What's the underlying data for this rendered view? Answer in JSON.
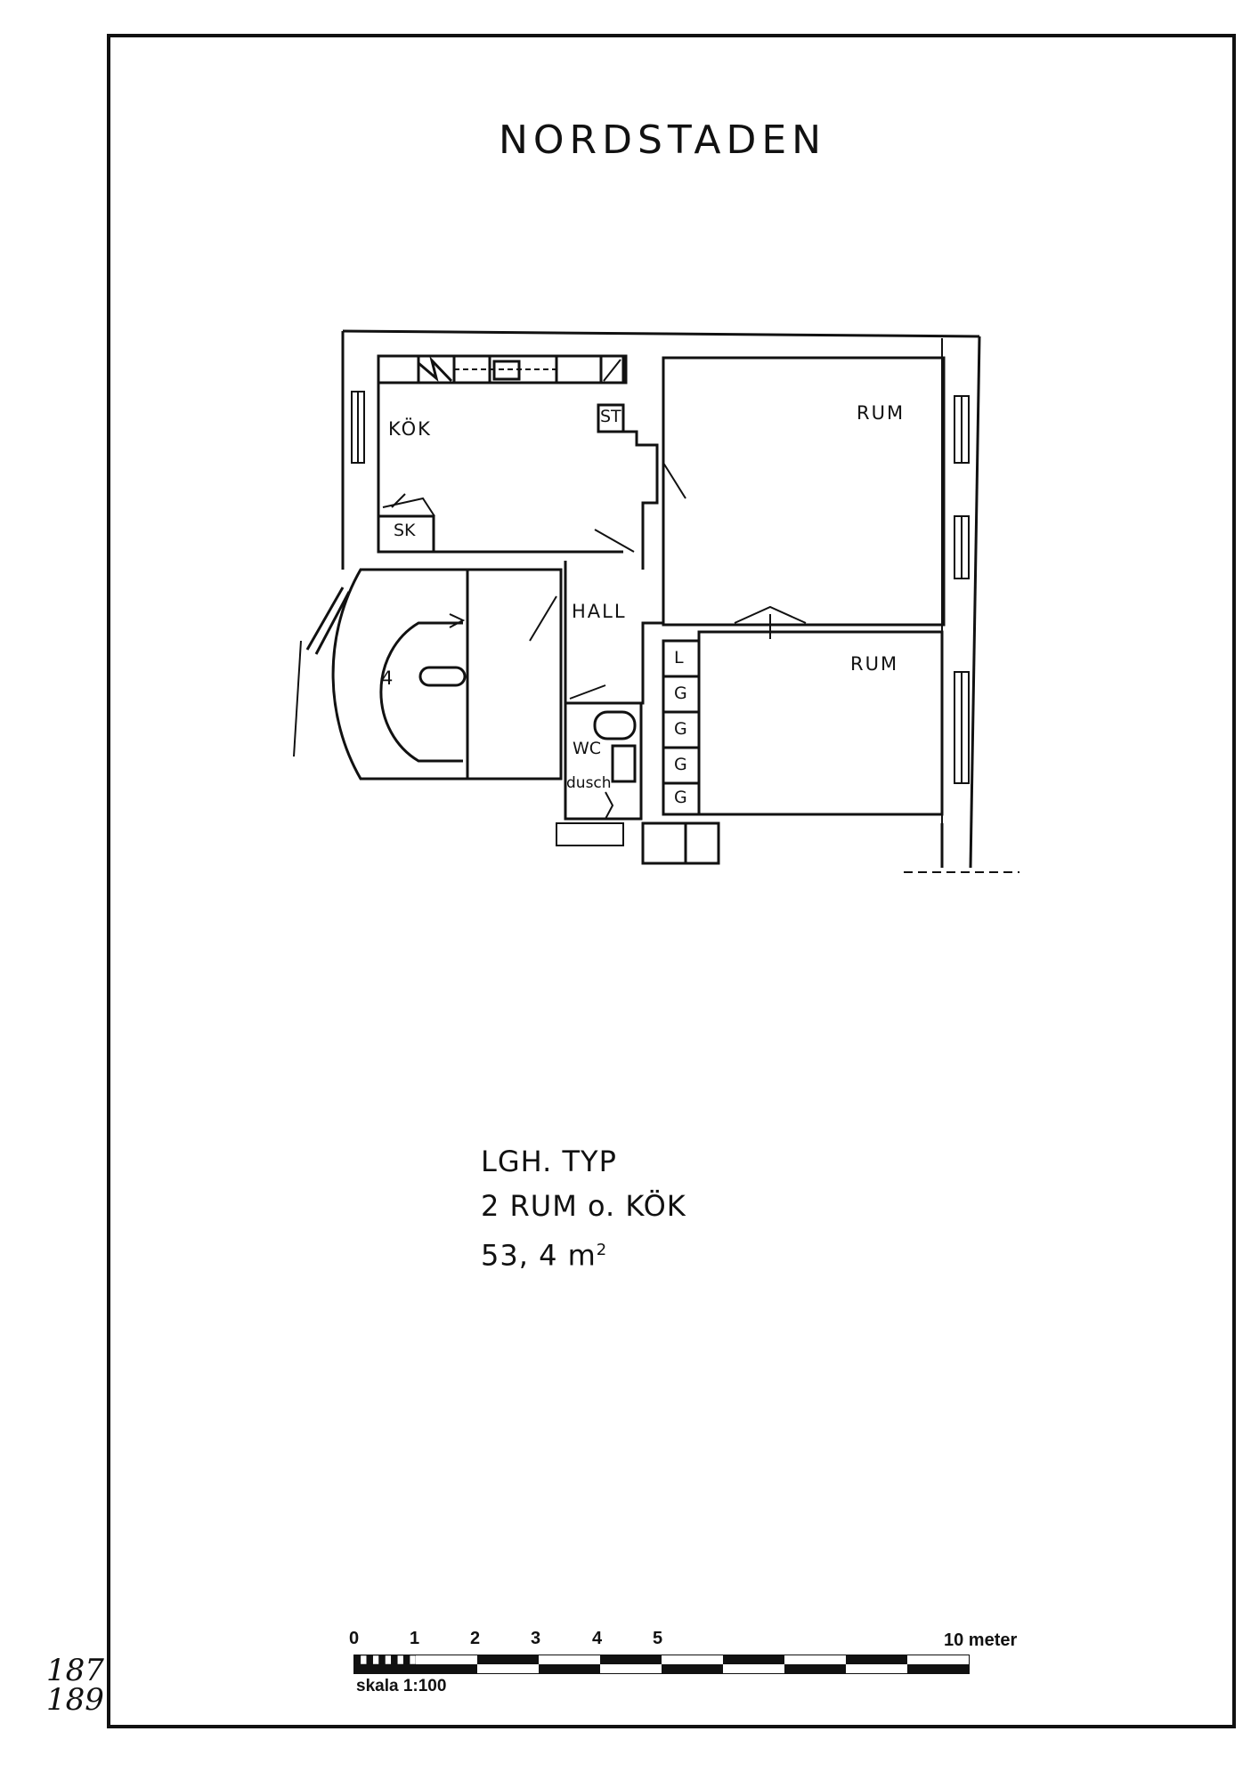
{
  "title": "NORDSTADEN",
  "rooms": {
    "kitchen": "KÖK",
    "room_upper": "RUM",
    "room_lower": "RUM",
    "hall": "HALL",
    "wc": "WC",
    "shower": "dusch",
    "stove": "ST",
    "cabinet": "SK",
    "stair_number": "4"
  },
  "closets": [
    "L",
    "G",
    "G",
    "G",
    "G"
  ],
  "apartment": {
    "line1": "LGH. TYP",
    "line2": "2 RUM  o. KÖK",
    "area": "53, 4 m",
    "area_sup": "2"
  },
  "scale_bar": {
    "ticks": [
      "0",
      "1",
      "2",
      "3",
      "4",
      "5"
    ],
    "end_label": "10 meter",
    "caption": "skala 1:100"
  },
  "page_numbers": [
    "187",
    "189"
  ],
  "colors": {
    "ink": "#111111",
    "paper": "#ffffff"
  }
}
